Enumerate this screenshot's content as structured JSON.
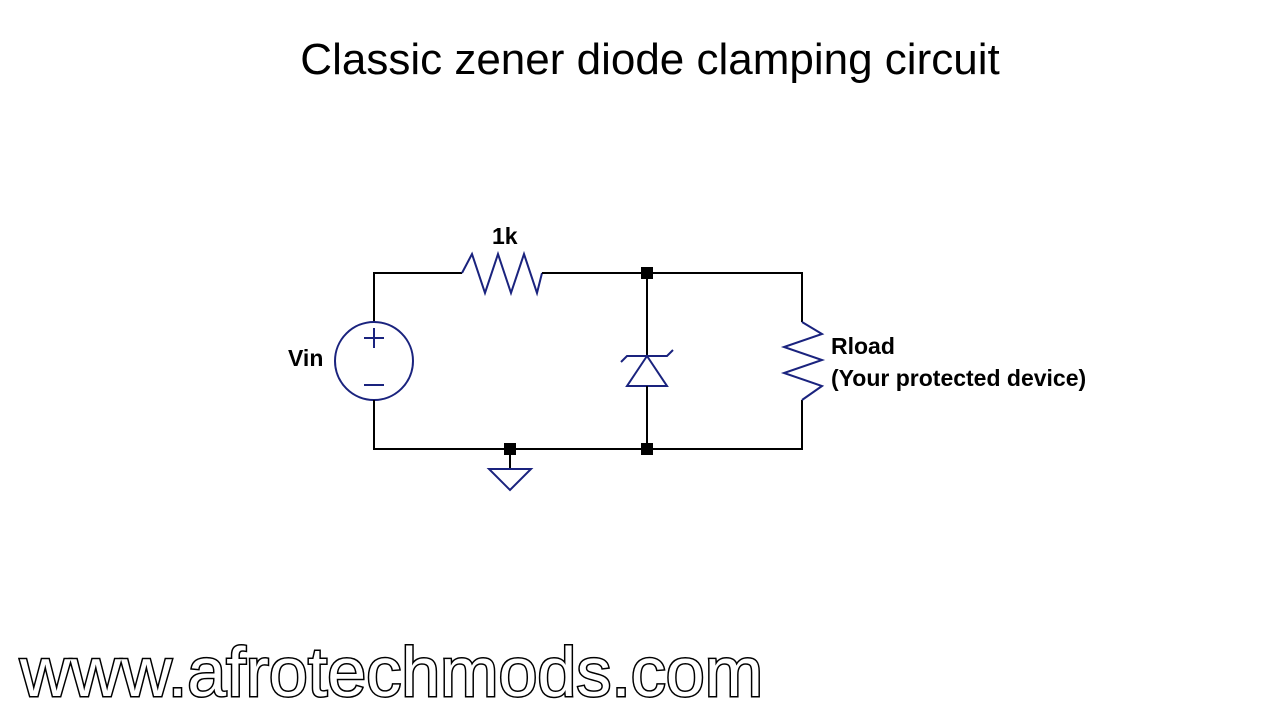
{
  "title": "Classic zener diode clamping circuit",
  "components": {
    "resistor_value": "1k",
    "source_label": "Vin",
    "load_label_line1": "Rload",
    "load_label_line2": "(Your protected device)"
  },
  "watermark": "www.afrotechmods.com",
  "colors": {
    "wire": "#000000",
    "component": "#1a237e",
    "junction": "#000000"
  }
}
